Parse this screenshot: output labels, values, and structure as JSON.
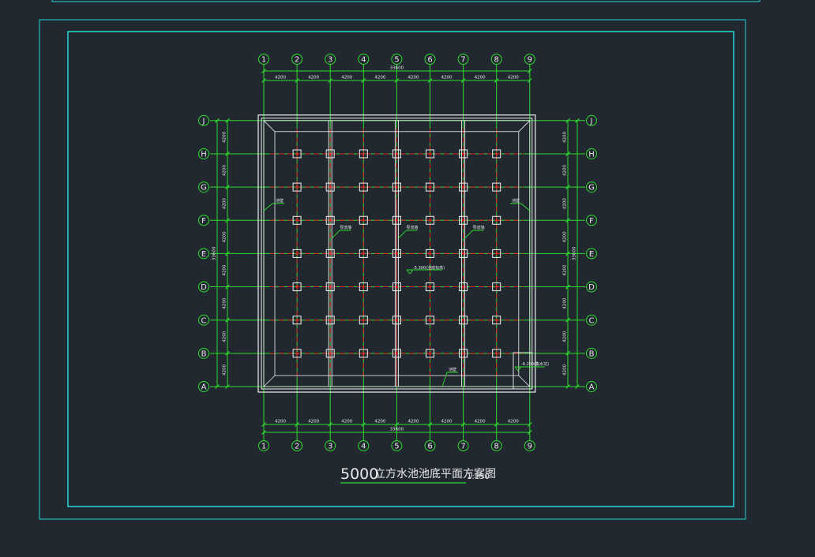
{
  "drawing": {
    "columns": [
      "1",
      "2",
      "3",
      "4",
      "5",
      "6",
      "7",
      "8",
      "9"
    ],
    "rows": [
      "A",
      "B",
      "C",
      "D",
      "E",
      "F",
      "G",
      "H",
      "J"
    ],
    "top_spacings": [
      "4200",
      "4200",
      "4200",
      "4200",
      "4200",
      "4200",
      "4200",
      "4200"
    ],
    "top_total": "33600",
    "bottom_spacings": [
      "4200",
      "4200",
      "4200",
      "4200",
      "4200",
      "4200",
      "4200",
      "4200"
    ],
    "bottom_total": "33600",
    "left_spacings": [
      "4200",
      "4200",
      "4200",
      "4200",
      "4200",
      "4200",
      "4200",
      "4200"
    ],
    "left_total": "33600",
    "right_spacings": [
      "4200",
      "4200",
      "4200",
      "4200",
      "4200",
      "4200",
      "4200",
      "4200"
    ],
    "right_total": "33600",
    "annotations": {
      "wall_left": "池壁",
      "wall_right": "池壁",
      "wall_bottom": "池壁",
      "beam_3": "导流墙",
      "beam_5": "导流墙",
      "beam_7": "导流墙",
      "floor_elevation": "-5.300(池底标高)",
      "sump_elevation": "-6.200(集水坑)"
    },
    "title": {
      "number": "5000",
      "text": "立方水池池底平面方案图",
      "scale": "1:150"
    }
  },
  "colors": {
    "background": "#212830",
    "frame": "#22d8d8",
    "grid": "#2ddc2d",
    "dashed_axis": "#e0202a",
    "wall": "#f2f2f2",
    "beam_center": "#e86060"
  }
}
